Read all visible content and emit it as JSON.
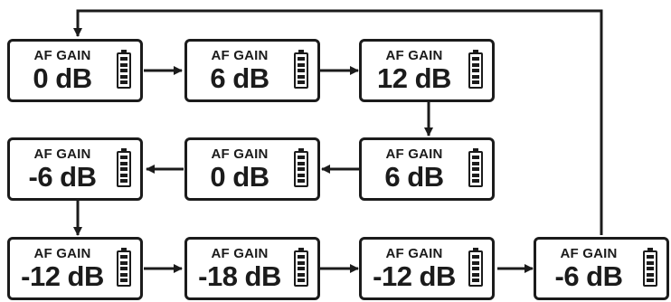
{
  "diagram": {
    "boxes": [
      {
        "label": "AF GAIN",
        "value": "0 dB",
        "battery": "battery-icon"
      },
      {
        "label": "AF GAIN",
        "value": "6 dB",
        "battery": "battery-icon"
      },
      {
        "label": "AF GAIN",
        "value": "12 dB",
        "battery": "battery-icon"
      },
      {
        "label": "AF GAIN",
        "value": "6 dB",
        "battery": "battery-icon"
      },
      {
        "label": "AF GAIN",
        "value": "0 dB",
        "battery": "battery-icon"
      },
      {
        "label": "AF GAIN",
        "value": "-6 dB",
        "battery": "battery-icon"
      },
      {
        "label": "AF GAIN",
        "value": "-12 dB",
        "battery": "battery-icon"
      },
      {
        "label": "AF GAIN",
        "value": "-18 dB",
        "battery": "battery-icon"
      },
      {
        "label": "AF GAIN",
        "value": "-12 dB",
        "battery": "battery-icon"
      },
      {
        "label": "AF GAIN",
        "value": "-6 dB",
        "battery": "battery-icon"
      }
    ],
    "line_color": "#1b1b1b"
  }
}
